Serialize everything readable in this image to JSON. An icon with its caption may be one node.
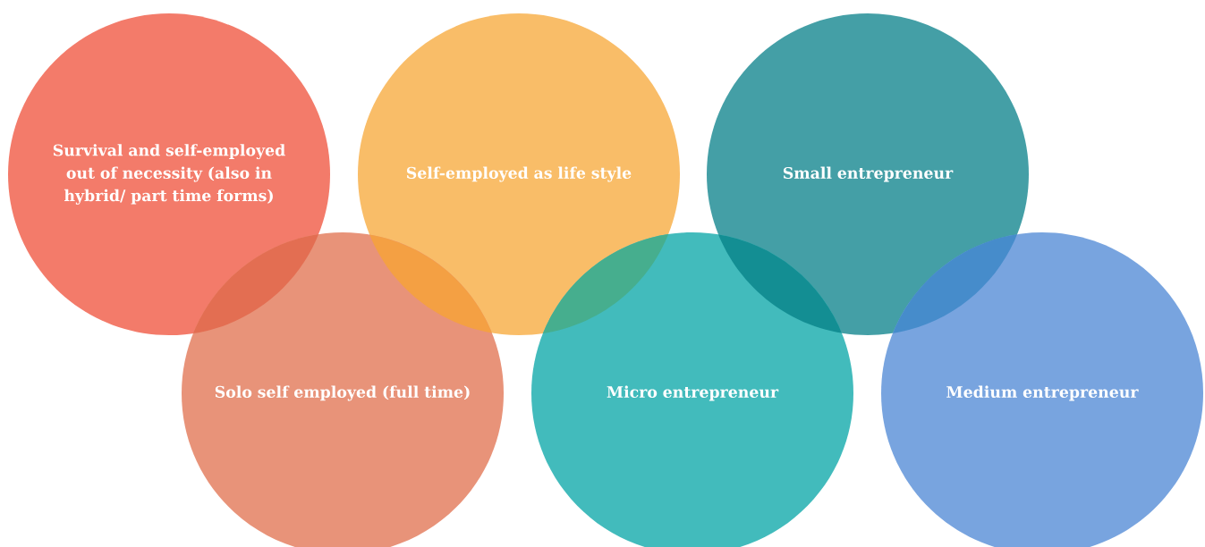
{
  "diagram": {
    "nodes": [
      {
        "text": [
          "Survival and self-employed out of necessity (also in hybrid/ part time forms)"
        ]
      },
      {
        "text": [
          "Self-employed as life style"
        ]
      },
      {
        "text": [
          "Small entrepreneur"
        ]
      },
      {
        "text": [
          "Solo self employed (full time)"
        ]
      },
      {
        "text": [
          "Micro entrepreneur"
        ]
      },
      {
        "text": [
          "Medium entrepreneur"
        ]
      }
    ]
  }
}
